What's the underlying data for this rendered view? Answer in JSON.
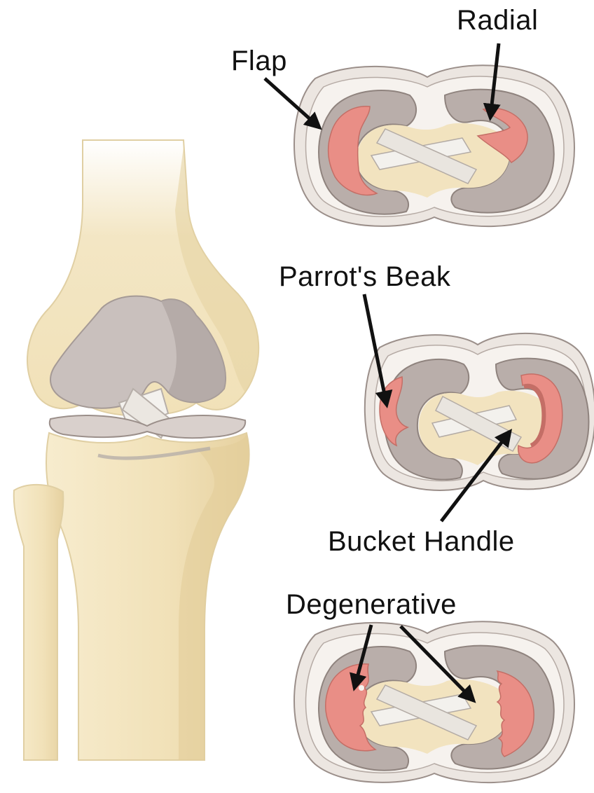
{
  "labels": {
    "flap": "Flap",
    "radial": "Radial",
    "parrots_beak": "Parrot's Beak",
    "bucket_handle": "Bucket Handle",
    "degenerative": "Degenerative"
  },
  "colors": {
    "bone": "#f3e6c4",
    "bone_shade": "#e6d3a4",
    "cartilage": "#c9c0bd",
    "cartilage_shade": "#aca19e",
    "meniscus": "#d9cfcc",
    "tear": "#e98e86",
    "ligament": "#f2f0ec",
    "outline": "#9b8f8a",
    "arrow": "#111111"
  }
}
